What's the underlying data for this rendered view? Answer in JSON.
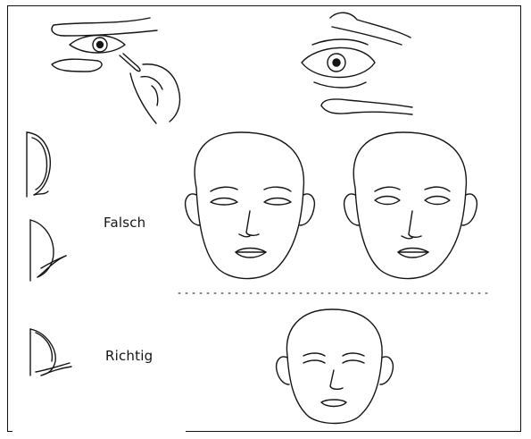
{
  "labels": {
    "wrong": "Falsch",
    "right": "Richtig"
  },
  "icons": {
    "eye_drop": "eye-drop-application-illustration",
    "eye_lids": "eyelid-opening-illustration",
    "lid_profile": "eyelid-profile-sketch",
    "face": "face-drawing-closed-eyes"
  },
  "colors": {
    "ink": "#151515",
    "paper": "#ffffff"
  }
}
